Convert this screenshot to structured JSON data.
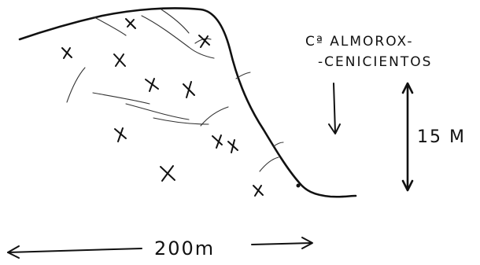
{
  "labels": {
    "road": "Cª ALMOROX-",
    "road_cont": "-CENICIENTOS",
    "height": "15 M",
    "width": "200m"
  },
  "colors": {
    "ink": "#111111",
    "paper": "#ffffff"
  }
}
